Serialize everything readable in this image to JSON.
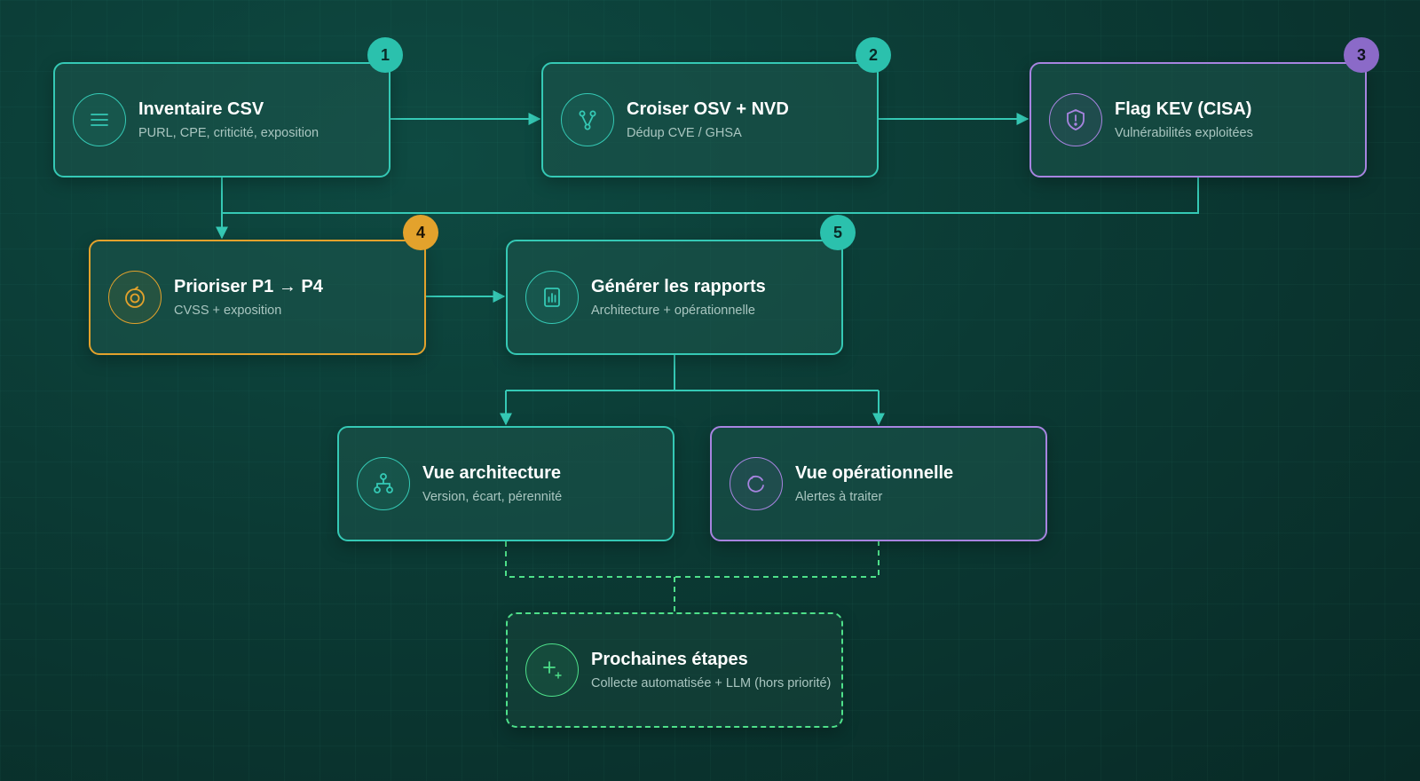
{
  "colors": {
    "teal": "#35c9b5",
    "purple": "#a784e0",
    "orange": "#e3a22c",
    "green": "#4ee08a",
    "background": "#0b3a34"
  },
  "nodes": {
    "inventaire": {
      "badge": "1",
      "title": "Inventaire CSV",
      "subtitle": "PURL, CPE, criticité, exposition",
      "icon": "list-icon"
    },
    "croiser": {
      "badge": "2",
      "title": "Croiser OSV + NVD",
      "subtitle": "Dédup CVE / GHSA",
      "icon": "merge-icon"
    },
    "flag_kev": {
      "badge": "3",
      "title": "Flag KEV (CISA)",
      "subtitle": "Vulnérabilités exploitées",
      "icon": "shield-alert-icon"
    },
    "prioriser": {
      "badge": "4",
      "title": "Prioriser P1 → P4",
      "subtitle": "CVSS + exposition",
      "icon": "target-icon"
    },
    "generer": {
      "badge": "5",
      "title": "Générer les rapports",
      "subtitle": "Architecture + opérationnelle",
      "icon": "report-chart-icon"
    },
    "vue_architecture": {
      "title": "Vue architecture",
      "subtitle": "Version, écart, pérennité",
      "icon": "hierarchy-icon"
    },
    "vue_operationnelle": {
      "title": "Vue opérationnelle",
      "subtitle": "Alertes à traiter",
      "icon": "refresh-icon"
    },
    "prochaines_etapes": {
      "title": "Prochaines étapes",
      "subtitle": "Collecte automatisée + LLM (hors priorité)",
      "icon": "sparkle-plus-icon"
    }
  }
}
